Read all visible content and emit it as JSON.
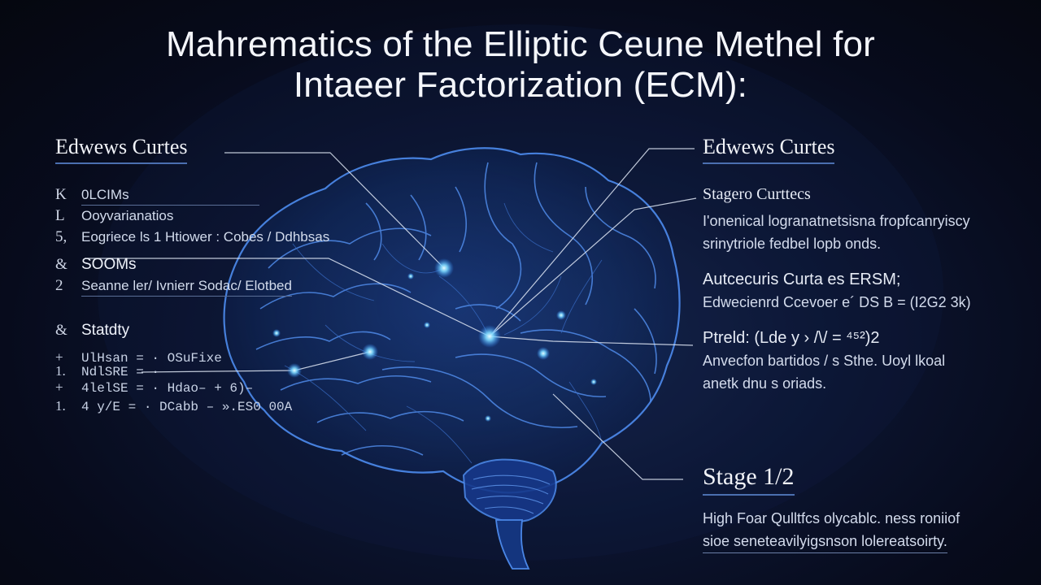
{
  "title": {
    "line1": "Mahrematics of the Elliptic Ceune Methel for",
    "line2": "Intaeer Factorization (ECM):"
  },
  "left": {
    "heading": "Edwews Curtes",
    "rows": [
      {
        "bullet": "K",
        "text": "0LCIMs"
      },
      {
        "bullet": "L",
        "text": "Ooyvarianatios"
      },
      {
        "bullet": "5,",
        "text": "Eogriece ls  1 Htiower : Cobes / Ddhbsas"
      },
      {
        "bullet": "&",
        "text": "SOOMs"
      },
      {
        "bullet": "2",
        "text": "Seanne ler/  Ivnierr Sodac/ Elotbed"
      }
    ],
    "stability": {
      "bullet": "&",
      "label": "Statdty",
      "rows": [
        {
          "bullet": "+",
          "text": "UlHsan  =  · OSuFixe"
        },
        {
          "bullet": "1.",
          "text": "NdlSRE  =  ·"
        },
        {
          "bullet": "+",
          "text": "4lelSE  =  · Hdao– + 6)–"
        },
        {
          "bullet": "1.",
          "text": "4 y/E  =  · DCabb – ».ES0 00A"
        }
      ]
    }
  },
  "right": {
    "heading": "Edwews Curtes",
    "sub1": "Stagero Curttecs",
    "text1": [
      "I'onenical logranatnetsisna fropfcanryiscy",
      "srinytriole fedbel lopb onds."
    ],
    "sub2": "Autcecuris Curta es ERSM;",
    "text2": "Edwecienrd Ccevoer  e´ DS B = (I2G2 3k)",
    "sub3": "Ptreld: (Lde y  ›  /\\/ =  ⁴⁵²)2",
    "text3": [
      "Anvecfon bartidos / s Sthe. Uoyl lkoal",
      "anetk dnu s oriads."
    ]
  },
  "stage": {
    "title": "Stage 1/2",
    "text": [
      "High Foar Qulltfcs olycablc. ness roniiof",
      "sioe seneteavilyigsnson lolereatsoirty."
    ]
  },
  "colors": {
    "background": "#070b1c",
    "brain_line": "#3f78d6",
    "node_glow": "#6fd0ff",
    "heading_underline": "#4b6fb0"
  }
}
